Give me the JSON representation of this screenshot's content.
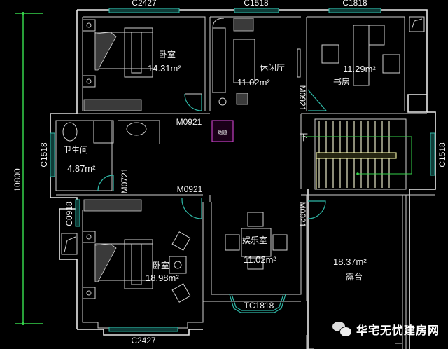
{
  "plan": {
    "overall_dimension": "10800",
    "colors": {
      "background": "#000000",
      "walls": "#e8e8e8",
      "windows": "#2fb7a6",
      "dimension_line": "#35d24a",
      "stair_rail": "#e8e8c8",
      "chimney_marker": "#c040c0"
    },
    "rooms": [
      {
        "id": "bedroom-top",
        "name": "卧室",
        "area": "14.31m²"
      },
      {
        "id": "lounge",
        "name": "休闲厅",
        "area": "11.02m²"
      },
      {
        "id": "study",
        "name": "书房",
        "area": "11.29m²"
      },
      {
        "id": "bathroom",
        "name": "卫生间",
        "area": "4.87m²"
      },
      {
        "id": "bedroom-bottom",
        "name": "卧室",
        "area": "18.98m²"
      },
      {
        "id": "entertainment",
        "name": "娱乐室",
        "area": "11.02m²"
      },
      {
        "id": "terrace",
        "name": "露台",
        "area": "18.37m²"
      }
    ],
    "windows": {
      "top_bedroom": "C2427",
      "top_lounge": "C1518",
      "top_study": "C1818",
      "left_bathroom": "C1518",
      "left_bedroom": "C0918",
      "right_stair": "C1518",
      "bay_window": "TC1818",
      "bottom_bedroom": "C2427"
    },
    "doors": {
      "top_bedroom": "M0921",
      "study": "M0921",
      "bathroom": "M0721",
      "bottom_bedroom": "M0921",
      "entertainment": "M0921"
    },
    "stair_label": "下",
    "flue_label": "烟道"
  },
  "watermark": {
    "icon": "wechat-icon",
    "text": "华宅无忧建房网"
  }
}
